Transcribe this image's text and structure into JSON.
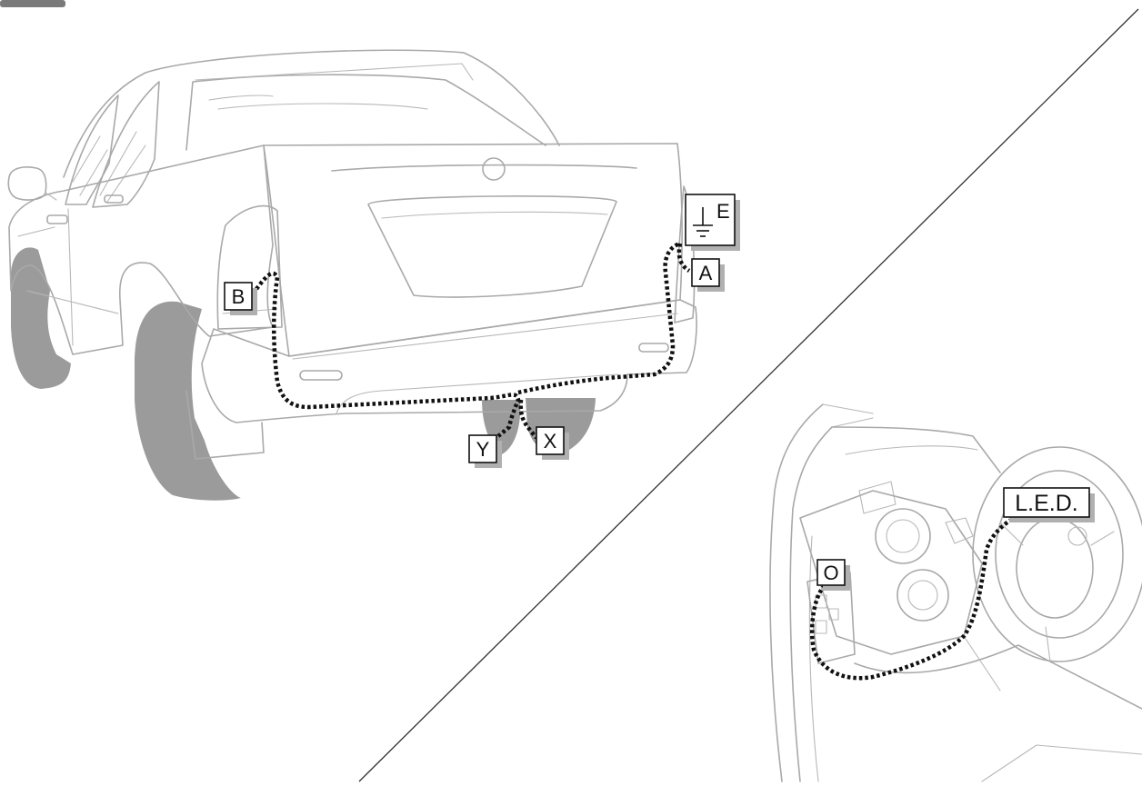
{
  "colors": {
    "harness": "#111111",
    "vehicle_outline": "#a9a9a9",
    "tire_fill": "#9b9b9b",
    "label_shadow": "#b0b0b0"
  },
  "icons": {
    "ground": "ground-symbol-icon"
  },
  "labels": {
    "ground": "E",
    "a": "A",
    "b": "B",
    "x": "X",
    "y": "Y",
    "o": "O",
    "led": "L.E.D."
  }
}
